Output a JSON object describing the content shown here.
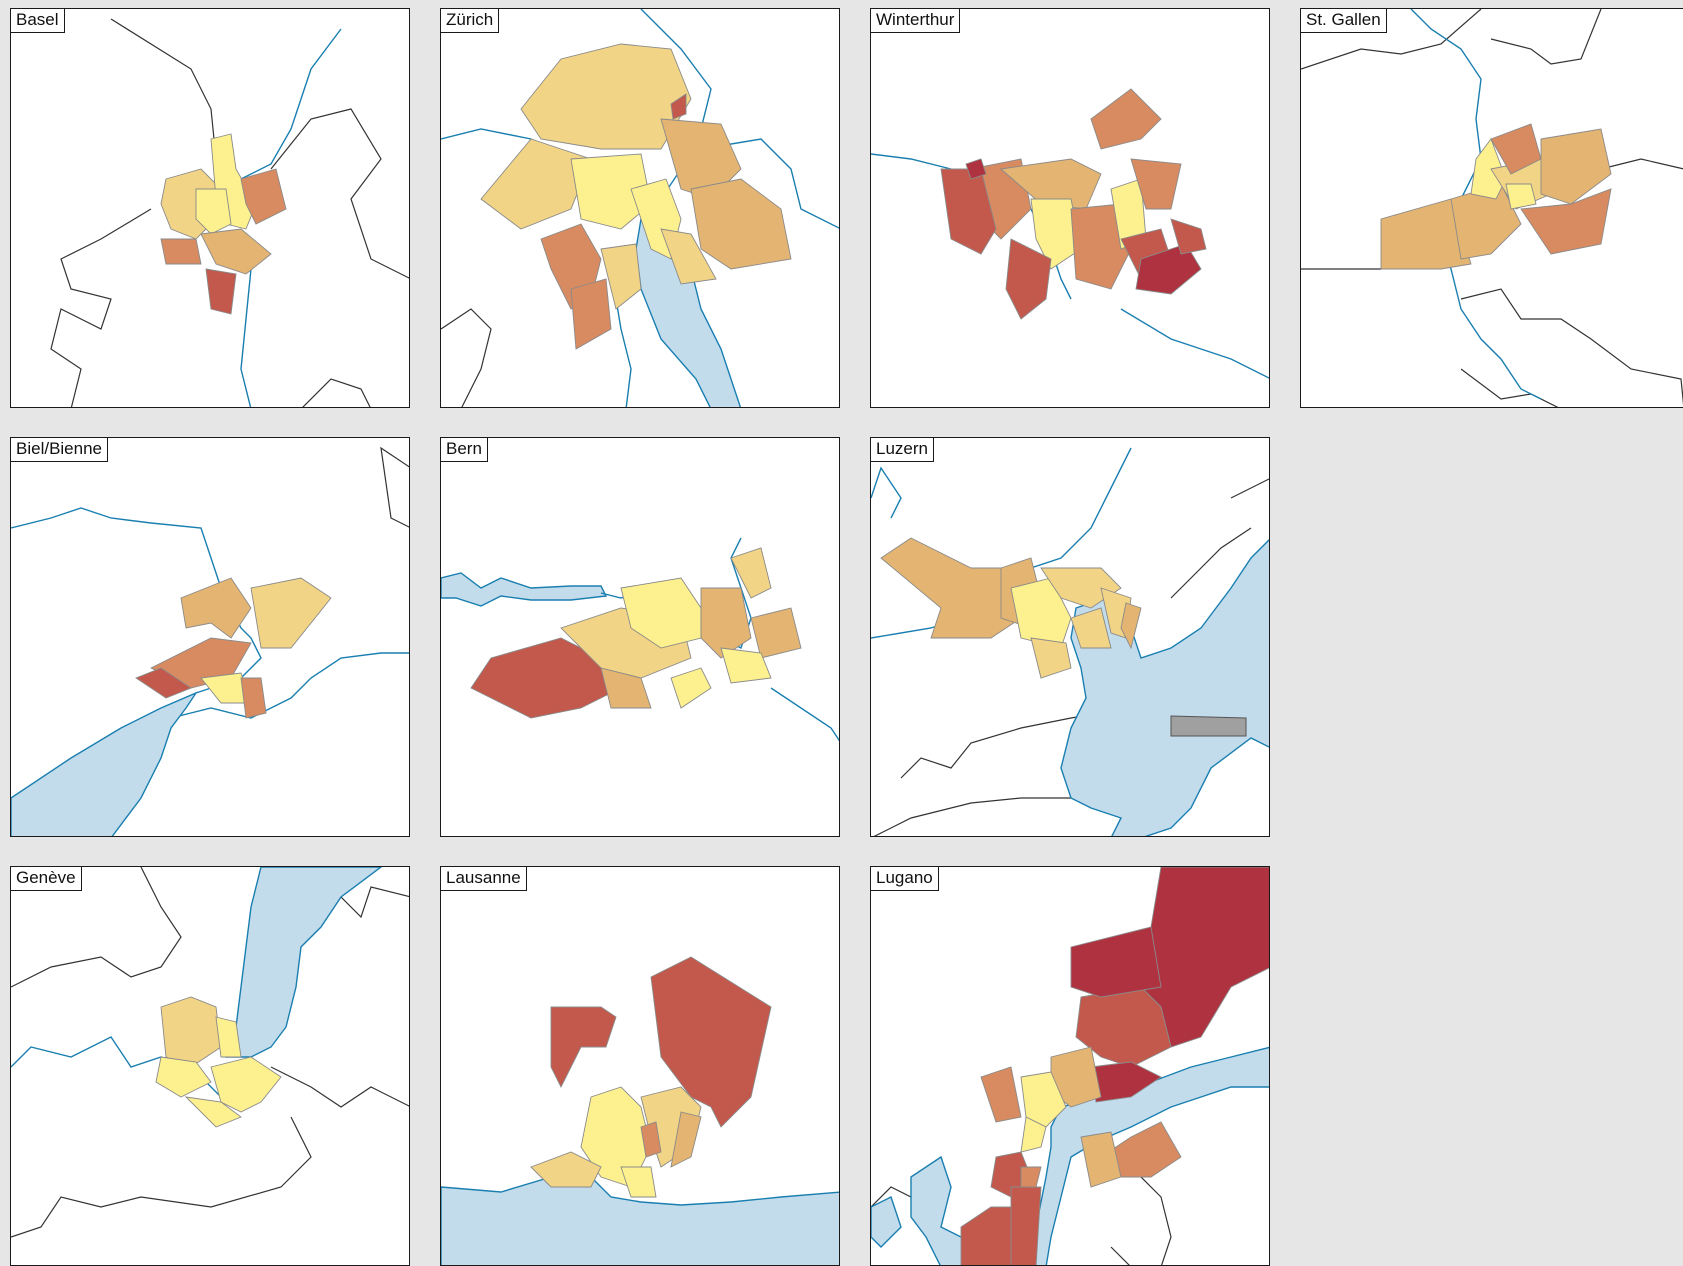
{
  "colors": {
    "class_1": "#fdf18f",
    "class_2": "#f1d486",
    "class_3": "#e3b472",
    "class_4": "#d88b60",
    "class_5": "#c2594c",
    "class_6": "#ae323f",
    "no_data": "#a0a0a0",
    "water": "#c2dcec",
    "river": "#1a7fb0",
    "background": "#e6e6e6"
  },
  "maps": [
    {
      "id": "basel",
      "label": "Basel"
    },
    {
      "id": "zurich",
      "label": "Zürich"
    },
    {
      "id": "winterthur",
      "label": "Winterthur"
    },
    {
      "id": "stgallen",
      "label": "St. Gallen"
    },
    {
      "id": "biel",
      "label": "Biel/Bienne"
    },
    {
      "id": "bern",
      "label": "Bern"
    },
    {
      "id": "luzern",
      "label": "Luzern"
    },
    {
      "id": "geneve",
      "label": "Genève"
    },
    {
      "id": "lausanne",
      "label": "Lausanne"
    },
    {
      "id": "lugano",
      "label": "Lugano"
    }
  ]
}
